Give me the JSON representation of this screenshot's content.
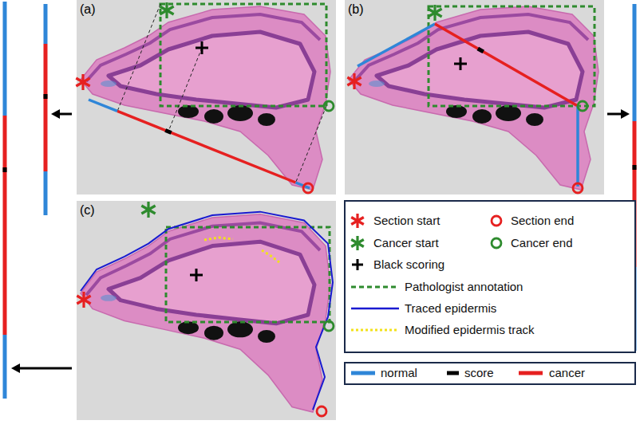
{
  "diagram": {
    "labels": [
      "(a)",
      "(b)",
      "(c)"
    ],
    "legend": [
      {
        "text": "Section start"
      },
      {
        "text": "Section end"
      },
      {
        "text": "Cancer start"
      },
      {
        "text": "Cancer end"
      },
      {
        "text": "Black scoring"
      },
      {
        "text": "Pathologist annotation"
      },
      {
        "text": "Traced epidermis"
      },
      {
        "text": "Modified epidermis track"
      },
      {
        "text": "normal",
        "color": "#2f86d8"
      },
      {
        "text": "score",
        "color": "#000000"
      },
      {
        "text": "cancer",
        "color": "#e62020"
      }
    ]
  }
}
